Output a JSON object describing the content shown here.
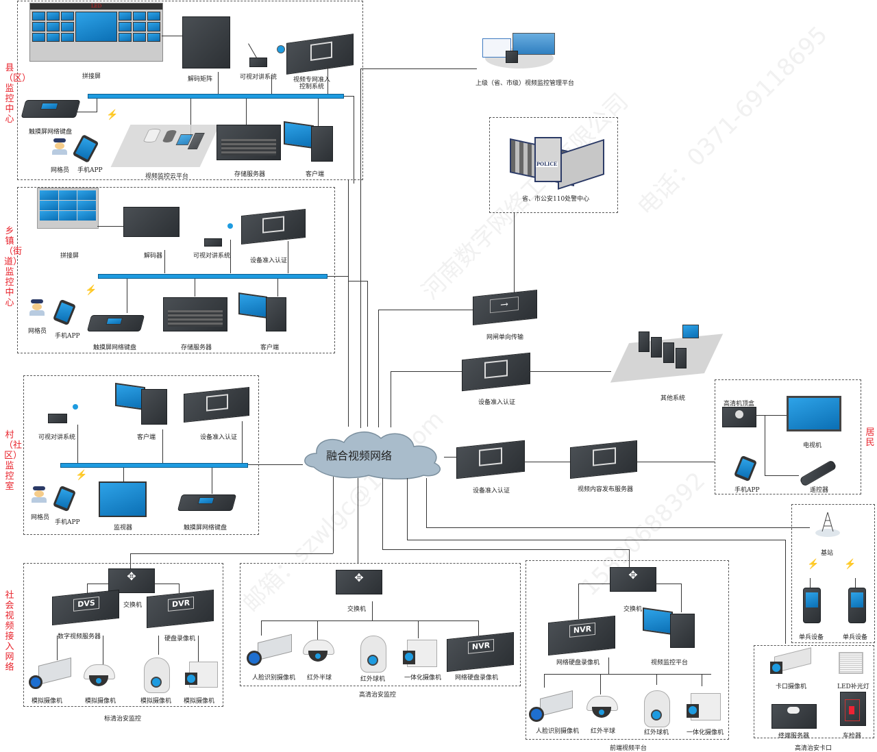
{
  "core": {
    "label": "融合视频网络"
  },
  "side_labels": {
    "county": "县（区）监控中心",
    "town": "乡镇（街道）监控中心",
    "village": "村（社区）监控室",
    "social": "社会视频接入网络",
    "resident": "居民"
  },
  "county": {
    "splice_screen": "拼接屏",
    "decode_matrix": "解码矩阵",
    "intercom": "可视对讲系统",
    "access_control": "视频专网准入控制系统",
    "keyboard": "触摸屏网络键盘",
    "grid_staff": "网格员",
    "mobile_app": "手机APP",
    "cloud_platform": "视频监控云平台",
    "storage": "存储服务器",
    "client": "客户端",
    "led_text": "LED"
  },
  "town": {
    "splice_screen": "拼接屏",
    "decoder": "解码器",
    "intercom": "可视对讲系统",
    "auth": "设备准入认证",
    "grid_staff": "网格员",
    "mobile_app": "手机APP",
    "keyboard": "触摸屏网络键盘",
    "storage": "存储服务器",
    "client": "客户端"
  },
  "village": {
    "intercom": "可视对讲系统",
    "client": "客户端",
    "auth": "设备准入认证",
    "grid_staff": "网格员",
    "mobile_app": "手机APP",
    "monitor": "监视器",
    "keyboard": "触摸屏网络键盘"
  },
  "sd_security": {
    "title": "标清治安监控",
    "switch": "交换机",
    "dvs": "数字视频服务器",
    "dvs_badge": "DVS",
    "dvr": "硬盘录像机",
    "dvr_badge": "DVR",
    "cameras": [
      "模拟摄像机",
      "模拟摄像机",
      "模拟摄像机",
      "模拟摄像机"
    ]
  },
  "hd_security": {
    "title": "高清治安监控",
    "switch": "交换机",
    "devices": [
      "人脸识别摄像机",
      "红外半球",
      "红外球机",
      "一体化摄像机",
      "网络硬盘录像机"
    ],
    "nvr_badge": "NVR"
  },
  "frontend": {
    "title": "前端视频平台",
    "switch": "交换机",
    "nvr": "网络硬盘录像机",
    "nvr_badge": "NVR",
    "platform": "视频监控平台",
    "devices": [
      "人脸识别摄像机",
      "红外半球",
      "红外球机",
      "一体化摄像机"
    ]
  },
  "checkpoint": {
    "title": "高清治安卡口",
    "camera": "卡口摄像机",
    "led": "LED补光灯",
    "server": "终端服务器",
    "detector": "车检器"
  },
  "upper": {
    "platform": "上级（省、市级）视频监控管理平台",
    "police": "省、市公安110处警中心",
    "police_sign": "POLICE"
  },
  "right": {
    "gateway": "网闸单向传输",
    "auth1": "设备准入认证",
    "other": "其他系统",
    "auth2": "设备准入认证",
    "publish": "视频内容发布服务器"
  },
  "resident": {
    "stb": "高清机顶盒",
    "tv": "电视机",
    "app": "手机APP",
    "remote": "遥控器"
  },
  "base": {
    "station": "基站",
    "devices": [
      "单兵设备",
      "单兵设备"
    ]
  },
  "watermarks": [
    "河南数字网络工程有限公司",
    "电话：0371-69118695",
    "邮箱：szwlgc@163.com",
    "15890688392"
  ],
  "colors": {
    "bus": "#1e9be0",
    "side_label": "#e8212a",
    "cloud": "#9fb3c0"
  }
}
